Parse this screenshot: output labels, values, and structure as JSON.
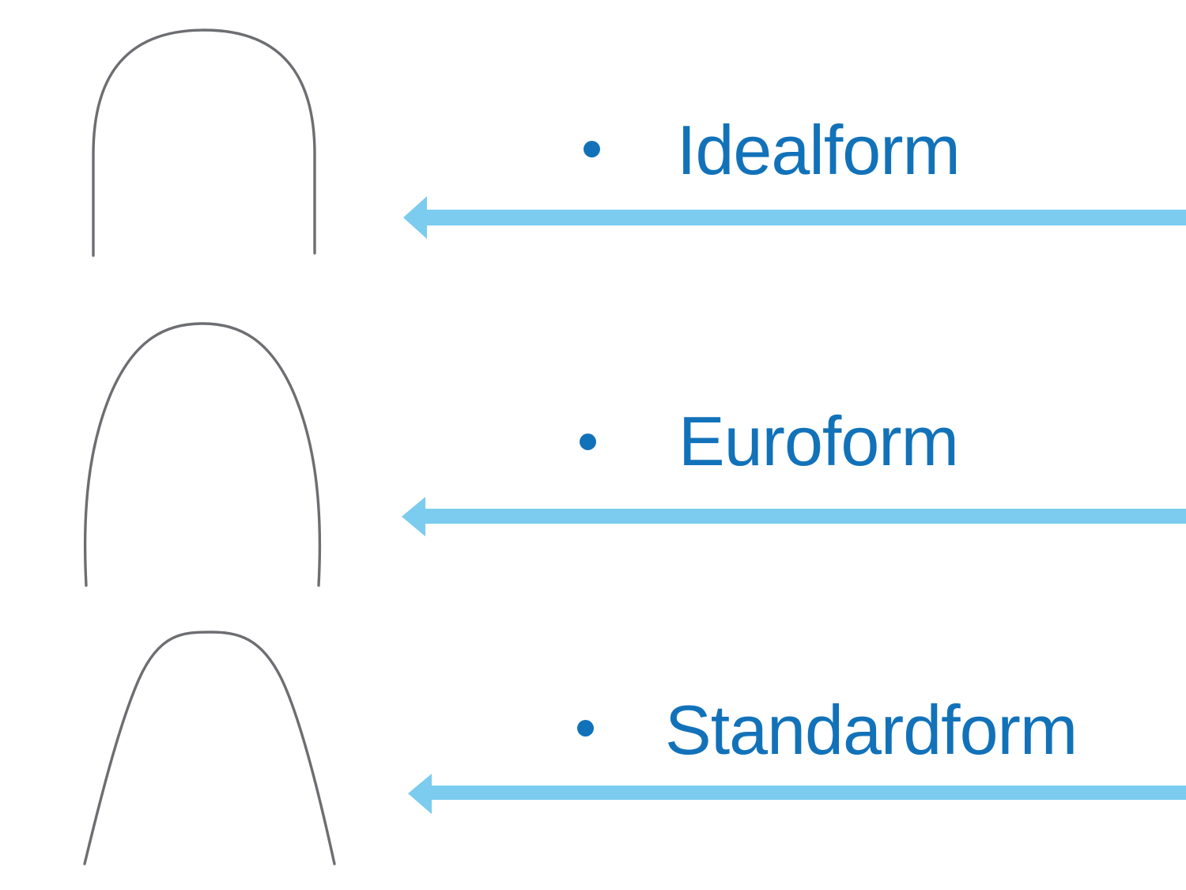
{
  "slide": {
    "items": [
      {
        "label": "Idealform",
        "shape": "ideal-archwire"
      },
      {
        "label": "Euroform",
        "shape": "euro-archwire"
      },
      {
        "label": "Standardform",
        "shape": "standard-archwire"
      }
    ],
    "colors": {
      "background": "#ffffff",
      "label_text": "#1272b9",
      "bullet": "#1272b9",
      "arrow": "#7bccee",
      "wire": "#5f6265"
    }
  }
}
